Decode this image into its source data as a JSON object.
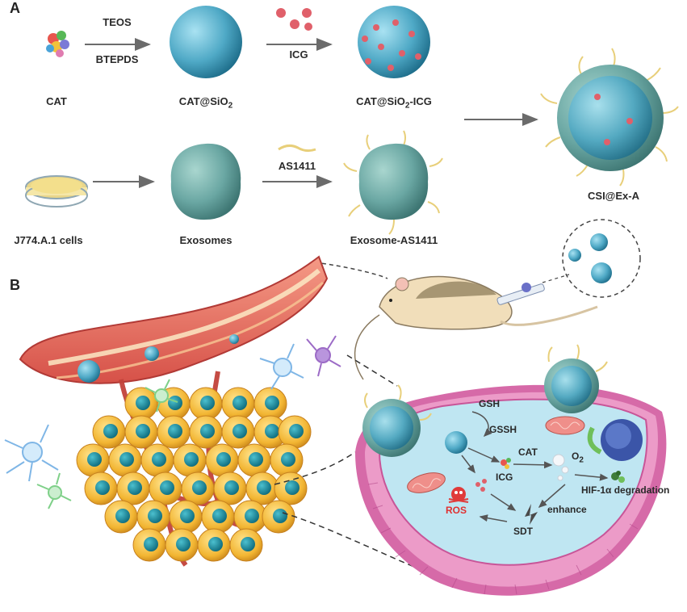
{
  "panels": {
    "a": "A",
    "b": "B"
  },
  "synthesis": {
    "cat": "CAT",
    "teos": "TEOS",
    "btepds": "BTEPDS",
    "cat_sio2": "CAT@SiO",
    "cat_sio2_sub": "2",
    "icg_reagent": "ICG",
    "cat_sio2_icg_pre": "CAT@SiO",
    "cat_sio2_icg_sub": "2",
    "cat_sio2_icg_post": "-ICG",
    "cells": "J774.A.1 cells",
    "exosomes": "Exosomes",
    "aptamer": "AS1411",
    "exosome_as1411": "Exosome-AS1411",
    "final": "CSI@Ex-A"
  },
  "mechanism": {
    "gsh": "GSH",
    "gssh": "GSSH",
    "cat": "CAT",
    "o2": "O",
    "o2_sub": "2",
    "icg": "ICG",
    "hif": "HIF-1α degradation",
    "ros": "ROS",
    "enhance": "enhance",
    "sdt": "SDT"
  },
  "colors": {
    "sphere_blue": "#5fb6cf",
    "exosome_teal": "#6aa7a3",
    "icg_red": "#e0606a",
    "vessel": "#e86f6a",
    "tumor_cell": "#f2b532",
    "nucleus": "#1c8ca0",
    "membrane": "#d66aa8",
    "cytoplasm": "#bfe6f2",
    "aptamer": "#f1dd95"
  }
}
